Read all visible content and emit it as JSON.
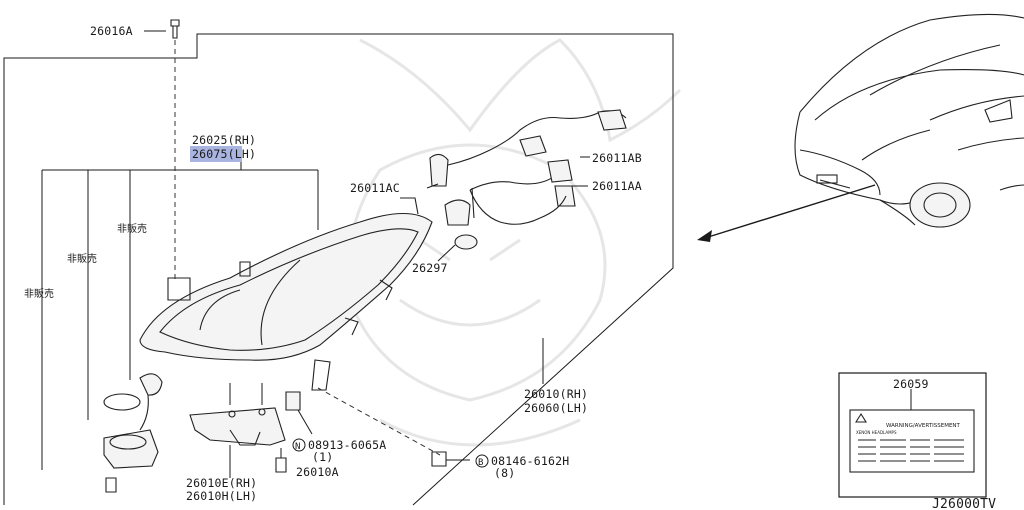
{
  "labels": {
    "p26016A": "26016A",
    "p26025": "26025(RH)",
    "p26075": "26075(LH)",
    "not_sold_1": "非販売",
    "not_sold_2": "非販売",
    "not_sold_3": "非販売",
    "p26011AC": "26011AC",
    "p26011AB": "26011AB",
    "p26011AA": "26011AA",
    "p26297": "26297",
    "p26010": "26010(RH)",
    "p26060": "26060(LH)",
    "p08913_code": "08913-6065A",
    "p08913_marker": "N",
    "p08913_qty": "(1)",
    "p26010A": "26010A",
    "p26010E": "26010E(RH)",
    "p26010H": "26010H(LH)",
    "p08146_code": "08146-6162H",
    "p08146_marker": "B",
    "p08146_qty": "(8)",
    "p26059": "26059",
    "warning_label": "WARNING/AVERTISSEMENT",
    "warning_sub": "XENON HEADLAMPS",
    "diagram_id": "J26000TV"
  },
  "colors": {
    "highlight": "#a9b4e0",
    "line": "#1a1a1a",
    "watermark": "#e6e6e6"
  }
}
